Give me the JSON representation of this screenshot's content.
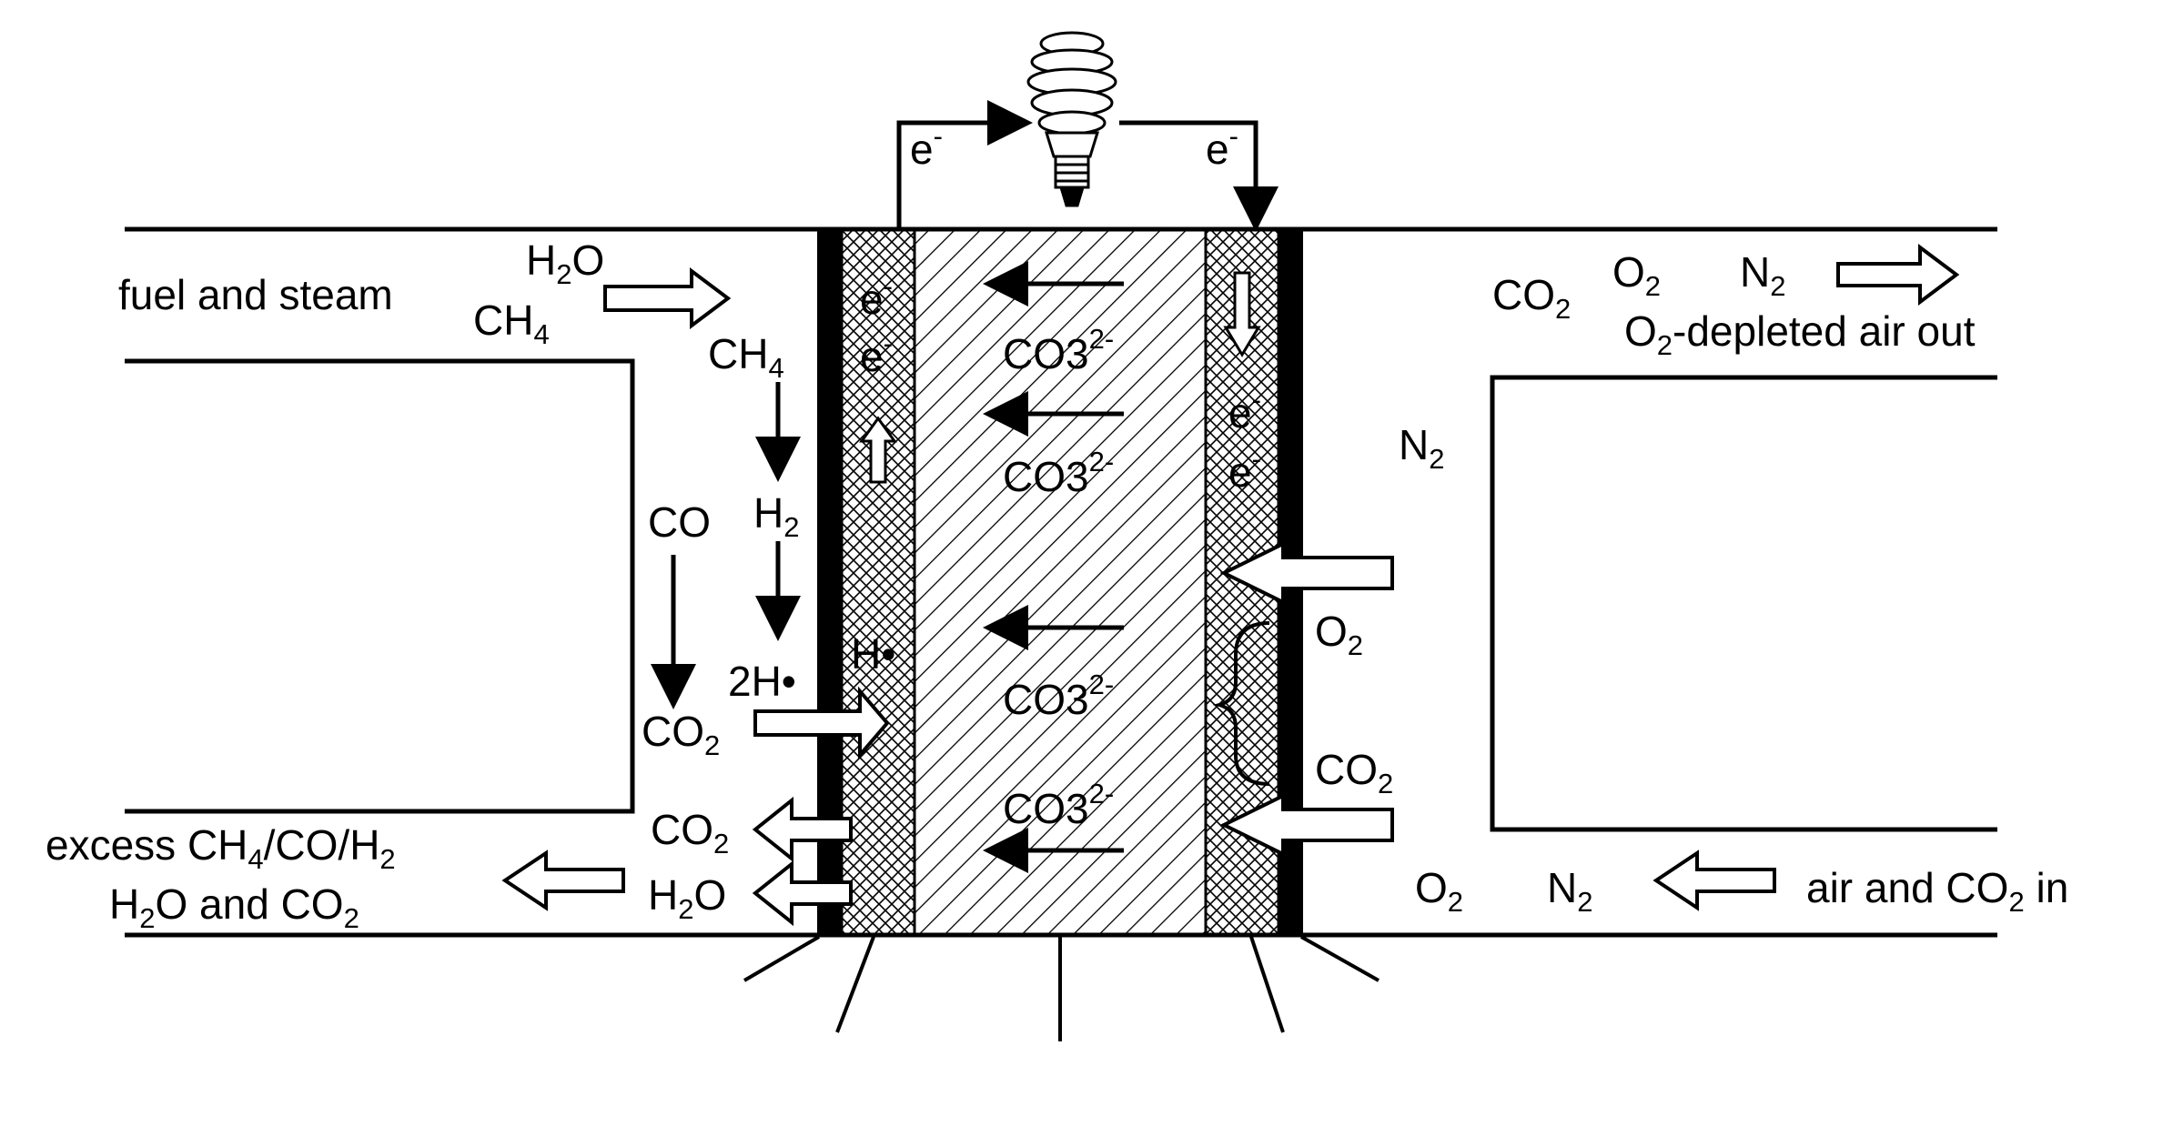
{
  "labels": {
    "electron": "e",
    "electron_charge": "-",
    "fuel_steam_in": "fuel and steam",
    "h2o_in": "H2O",
    "ch4_in": "CH4",
    "ch4_anode": "CH4",
    "h2": "H2",
    "co": "CO",
    "co2_anode": "CO2",
    "two_h_radical": "2H•",
    "h_radical": "H•",
    "co2_out_anode": "CO2",
    "h2o_out_anode": "H2O",
    "exhaust_line1": "excess CH4/CO/H2",
    "exhaust_line2": "H2O and CO2",
    "carbonate": "CO3",
    "carbonate_charge": "2-",
    "air_co2_in": "air and CO2 in",
    "o2_in": "O2",
    "n2_in": "N2",
    "o2_depleted_out": "O2-depleted air out",
    "co2_out_top": "CO2",
    "o2_out_top": "O2",
    "n2_out_top": "N2",
    "n2_cathode": "N2",
    "o2_cathode": "O2",
    "co2_cathode": "CO2"
  },
  "icons": {
    "load": "light-bulb-icon"
  }
}
